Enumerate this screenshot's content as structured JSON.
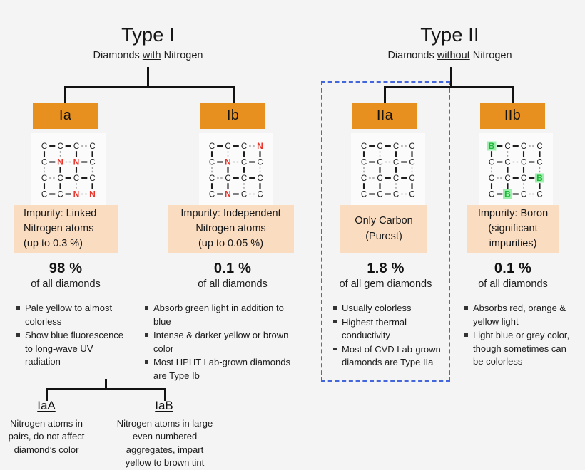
{
  "colors": {
    "background": "#f4f4f4",
    "category_box": "#e8901f",
    "impurity_box": "#fadcc0",
    "highlight_dashed": "#4466dd",
    "nitrogen": "#e8342a",
    "boron": "#3ed35c",
    "carbon": "#222222",
    "line": "#111111"
  },
  "types": [
    {
      "id": "type-1",
      "title": "Type I",
      "subtitle_pre": "Diamonds ",
      "subtitle_underlined": "with",
      "subtitle_post": " Nitrogen"
    },
    {
      "id": "type-2",
      "title": "Type II",
      "subtitle_pre": "Diamonds ",
      "subtitle_underlined": "without",
      "subtitle_post": " Nitrogen"
    }
  ],
  "categories": [
    {
      "id": "ia",
      "label": "Ia",
      "lattice": [
        [
          "C",
          "C",
          "C",
          "C"
        ],
        [
          "C",
          "N",
          "N",
          "C"
        ],
        [
          "C",
          "C",
          "C",
          "C"
        ],
        [
          "C",
          "C",
          "N",
          "N"
        ]
      ],
      "impurity_lines": [
        "Impurity: Linked",
        "Nitrogen atoms",
        "(up to 0.3 %)"
      ],
      "impurity_align": "left",
      "percent": "98 %",
      "percent_sub": "of all diamonds",
      "bullets": [
        "Pale yellow to almost colorless",
        "Show blue fluorescence to long-wave UV radiation"
      ]
    },
    {
      "id": "ib",
      "label": "Ib",
      "lattice": [
        [
          "C",
          "C",
          "C",
          "N"
        ],
        [
          "C",
          "N",
          "C",
          "C"
        ],
        [
          "C",
          "C",
          "C",
          "C"
        ],
        [
          "C",
          "N",
          "C",
          "C"
        ]
      ],
      "impurity_lines": [
        "Impurity: Independent",
        "Nitrogen atoms",
        "(up to 0.05 %)"
      ],
      "impurity_align": "center",
      "percent": "0.1 %",
      "percent_sub": "of all diamonds",
      "bullets": [
        "Absorb green light in addition to blue",
        "Intense & darker yellow or brown color",
        "Most HPHT Lab-grown diamonds are Type Ib"
      ]
    },
    {
      "id": "iia",
      "label": "IIa",
      "lattice": [
        [
          "C",
          "C",
          "C",
          "C"
        ],
        [
          "C",
          "C",
          "C",
          "C"
        ],
        [
          "C",
          "C",
          "C",
          "C"
        ],
        [
          "C",
          "C",
          "C",
          "C"
        ]
      ],
      "impurity_lines": [
        "Only Carbon",
        "(Purest)"
      ],
      "impurity_align": "center",
      "percent": "1.8 %",
      "percent_sub": "of all gem diamonds",
      "bullets": [
        "Usually colorless",
        "Highest thermal conductivity",
        "Most of CVD Lab-grown diamonds are Type IIa"
      ]
    },
    {
      "id": "iib",
      "label": "IIb",
      "lattice": [
        [
          "B",
          "C",
          "C",
          "C"
        ],
        [
          "C",
          "C",
          "C",
          "C"
        ],
        [
          "C",
          "C",
          "C",
          "B"
        ],
        [
          "C",
          "B",
          "C",
          "C"
        ]
      ],
      "impurity_lines": [
        "Impurity: Boron",
        "(significant",
        "impurities)"
      ],
      "impurity_align": "center",
      "percent": "0.1 %",
      "percent_sub": "of all diamonds",
      "bullets": [
        "Absorbs red, orange & yellow light",
        "Light blue or grey color, though sometimes can be colorless"
      ]
    }
  ],
  "subcategories": [
    {
      "id": "iaa",
      "label": "IaA",
      "description": "Nitrogen atoms in pairs, do not affect diamond’s color"
    },
    {
      "id": "iab",
      "label": "IaB",
      "description": "Nitrogen atoms in large even numbered aggregates, impart yellow to brown tint"
    }
  ]
}
